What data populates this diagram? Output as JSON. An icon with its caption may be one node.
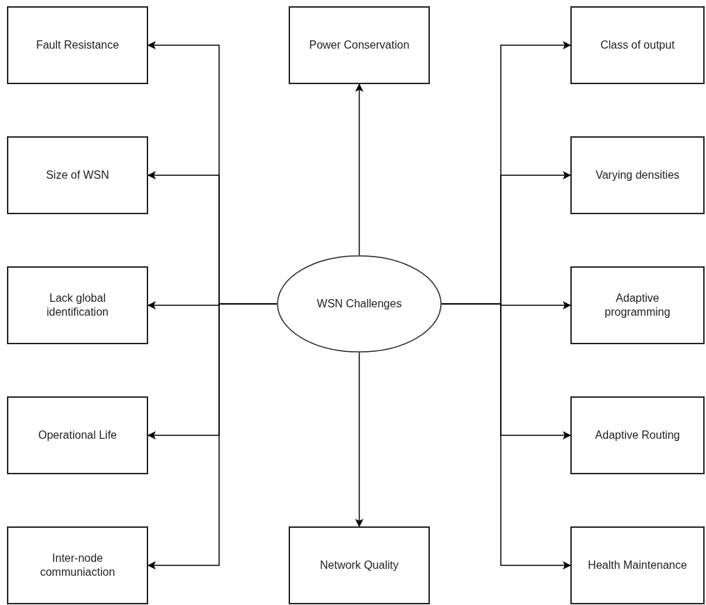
{
  "diagram": {
    "nodes": [
      {
        "text": [
          "Fault Resistance"
        ]
      },
      {
        "text": [
          "Power Conservation"
        ]
      },
      {
        "text": [
          "Class of output"
        ]
      },
      {
        "text": [
          "Size of WSN"
        ]
      },
      {
        "text": [
          "Varying densities"
        ]
      },
      {
        "text": [
          "Lack global identification"
        ]
      },
      {
        "text": [
          "WSN Challenges"
        ]
      },
      {
        "text": [
          "Adaptive programming"
        ]
      },
      {
        "text": [
          "Operational Life"
        ]
      },
      {
        "text": [
          "Adaptive Routing"
        ]
      },
      {
        "text": [
          "Inter-node communiaction"
        ]
      },
      {
        "text": [
          "Network Quality"
        ]
      },
      {
        "text": [
          "Health Maintenance"
        ]
      }
    ],
    "edges": [
      {
        "from": 6,
        "to": 1,
        "arrow": "to"
      },
      {
        "from": 6,
        "to": 0,
        "arrow": "to"
      },
      {
        "from": 6,
        "to": 3,
        "arrow": "to"
      },
      {
        "from": 6,
        "to": 5,
        "arrow": "to"
      },
      {
        "from": 6,
        "to": 8,
        "arrow": "to"
      },
      {
        "from": 6,
        "to": 10,
        "arrow": "to"
      },
      {
        "from": 6,
        "to": 2,
        "arrow": "to"
      },
      {
        "from": 6,
        "to": 4,
        "arrow": "to"
      },
      {
        "from": 6,
        "to": 7,
        "arrow": "to"
      },
      {
        "from": 6,
        "to": 9,
        "arrow": "to"
      },
      {
        "from": 6,
        "to": 12,
        "arrow": "to"
      },
      {
        "from": 6,
        "to": 11,
        "arrow": "to"
      }
    ]
  }
}
